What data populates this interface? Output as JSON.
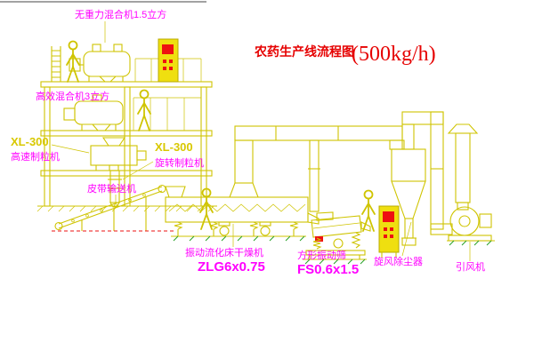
{
  "title": {
    "name": "农药生产线流程图",
    "capacity": "(500kg/h)"
  },
  "labels": {
    "gravity_mixer": "无重力混合机1.5立方",
    "high_mixer": "高效混合机3立方",
    "granulator_left_model": "XL-300",
    "granulator_left_name": "高速制粒机",
    "granulator_center_model": "XL-300",
    "granulator_center_name": "旋转制粒机",
    "belt_conveyor": "皮带输送机",
    "dryer_name": "振动流化床干燥机",
    "dryer_model": "ZLG6x0.75",
    "sieve_name": "方形振动筛",
    "sieve_model": "FS0.6x1.5",
    "cyclone": "旋风除尘器",
    "fan": "引风机"
  },
  "colors": {
    "machinery_line": "#cfc400",
    "label_magenta": "#ff00ff",
    "title_red": "#e60000",
    "model_yellow": "#d8c800",
    "accent_red": "#ee1111",
    "accent_green": "#2aa22a",
    "background": "#ffffff"
  }
}
